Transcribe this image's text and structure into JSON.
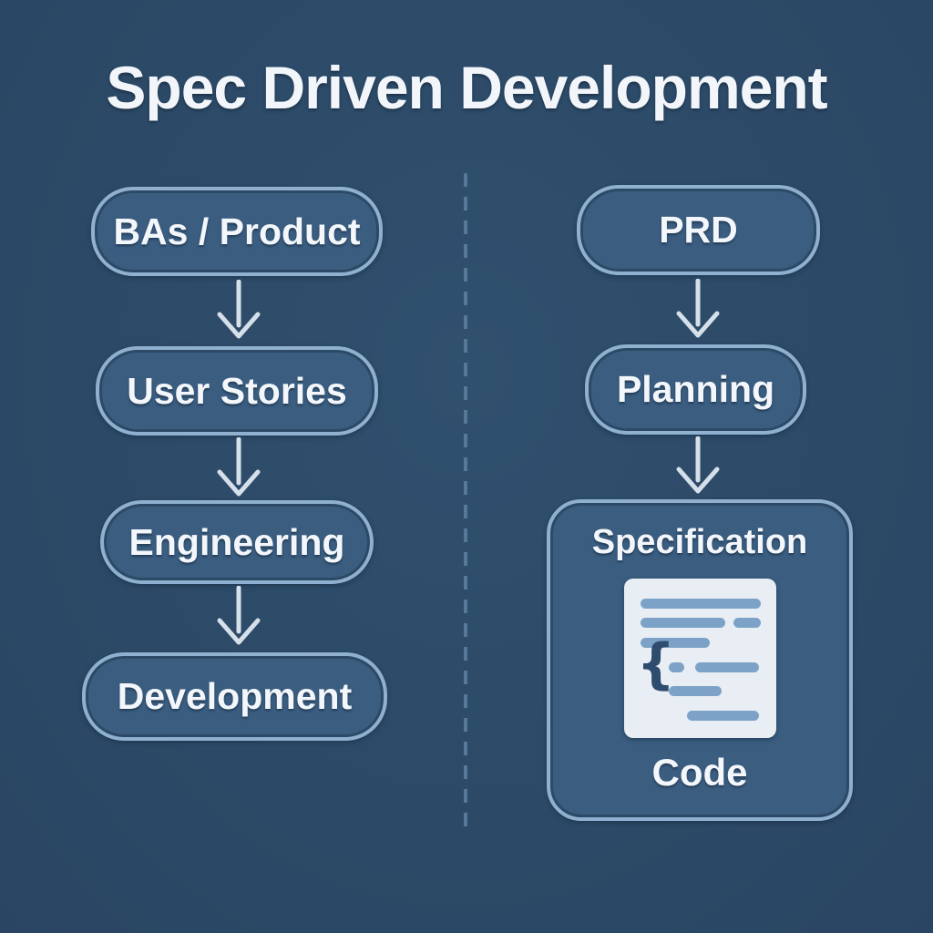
{
  "title": "Spec Driven Development",
  "colors": {
    "background": "#2d4b69",
    "node_fill": "#3a5d80",
    "node_border": "#8fb0cf",
    "text": "#f3f7fb",
    "arrow": "#d6e0ea",
    "divider": "#567899",
    "doc_card": "#e9eef5",
    "doc_line": "#7ca3c7",
    "doc_brace": "#2e4d6e"
  },
  "left_flow": {
    "nodes": [
      "BAs / Product",
      "User Stories",
      "Engineering",
      "Development"
    ]
  },
  "right_flow": {
    "nodes": [
      "PRD",
      "Planning"
    ],
    "spec_box": {
      "title": "Specification",
      "code_label": "Code",
      "brace_glyph": "{"
    }
  }
}
